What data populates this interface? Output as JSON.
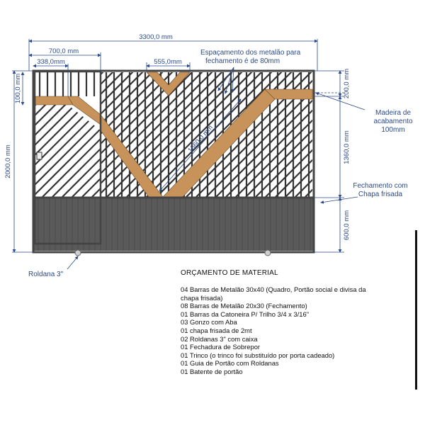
{
  "dimensions": {
    "total_width": "3300,0 mm",
    "door_width": "700,0 mm",
    "door_inner": "338,0mm",
    "v_width": "555,0mm",
    "top_band_left": "100,0 mm",
    "top_band_right": "200,0 mm",
    "total_height": "2000,0 mm",
    "upper_height": "1360,0 mm",
    "lower_height": "600,0 mm",
    "diagonal": "1660,0 mm"
  },
  "annotations": {
    "spacing_line1": "Espaçamento dos metalão para",
    "spacing_line2": "fechamento é de 80mm",
    "wood_line1": "Madeira de",
    "wood_line2": "acabamento",
    "wood_line3": "100mm",
    "closing_line1": "Fechamento com",
    "closing_line2": "Chapa frisada",
    "wheel": "Roldana 3\""
  },
  "budget": {
    "title": "ORÇAMENTO DE MATERIAL",
    "items": [
      "04 Barras de Metalão 30x40 (Quadro, Portão social e divisa da",
      "chapa frisada)",
      "08 Barras de Metalão 20x30 (Fechamento)",
      "01 Barras da Catoneira P/ Trilho 3/4 x 3/16\"",
      "03 Gonzo com Aba",
      "01 chapa frisada de 2mt",
      "02 Roldanas 3\" com caixa",
      "01 Fechadura de Sobrepor",
      "01 Trinco (o trinco foi substituído por porta cadeado)",
      "01 Guia de Portão com Roldanas",
      "01 Batente de portão"
    ]
  },
  "colors": {
    "frame": "#444444",
    "bars": "#333333",
    "wood": "#c8935a",
    "sheet": "#5a5a5a",
    "dimension": "#2a4a8a"
  }
}
